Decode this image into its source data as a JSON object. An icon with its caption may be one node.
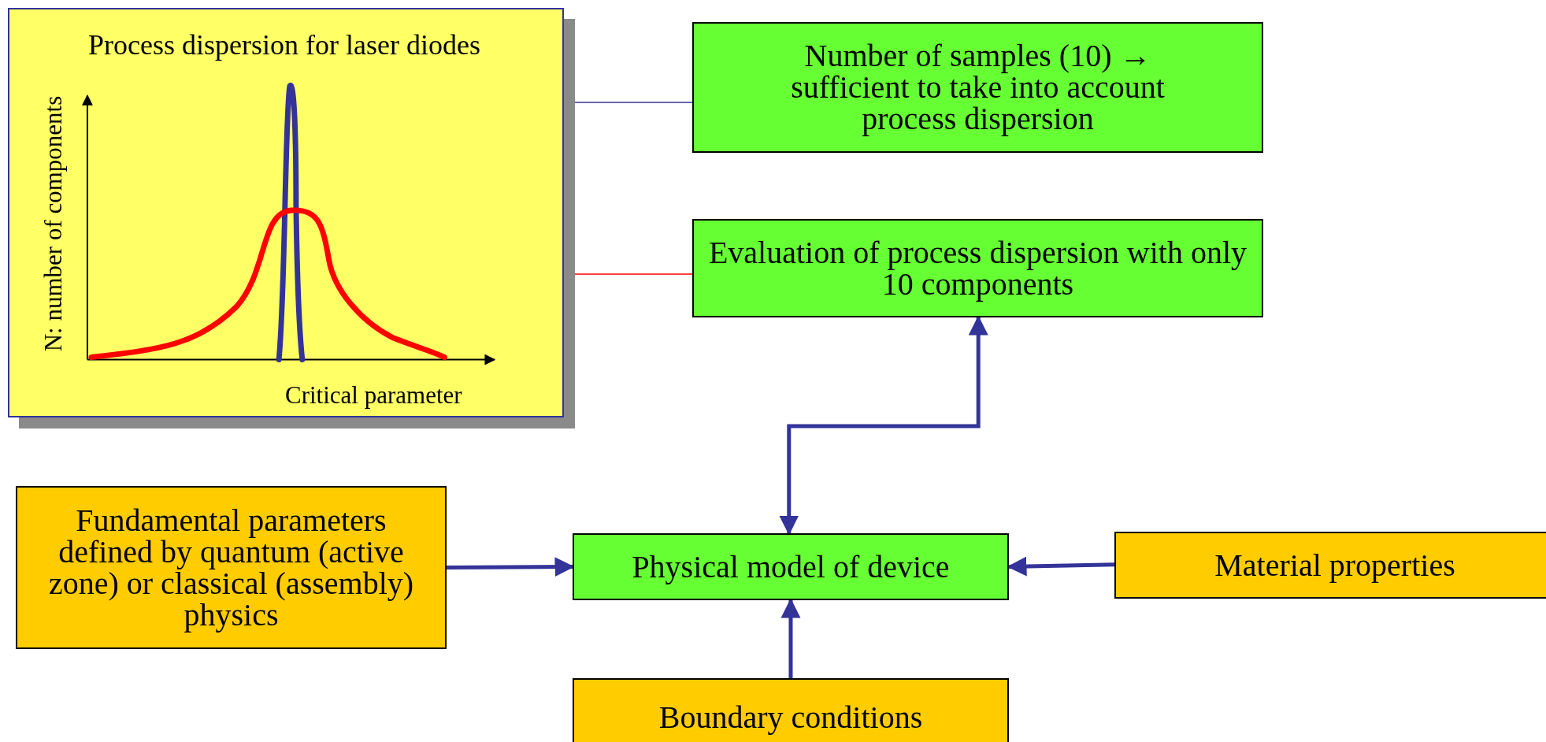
{
  "diagram": {
    "nodes": [
      {
        "text": [
          "Process dispersion for laser diodes",
          "N: number of components",
          "Critical parameter"
        ]
      },
      {
        "text": [],
        "shape": "curve",
        "in": 0
      },
      {
        "text": [],
        "shape": "curve",
        "in": 0
      },
      {
        "text": [
          "Number of samples (10) → sufficient to take into account process dispersion"
        ]
      },
      {
        "text": [
          "Evaluation of process dispersion with only 10 components"
        ]
      },
      {
        "text": [
          "Fundamental parameters defined by quantum (active zone) or classical (assembly) physics"
        ]
      },
      {
        "text": [
          "Physical model of device"
        ]
      },
      {
        "text": [
          "Material properties"
        ]
      },
      {
        "text": [
          "Boundary conditions"
        ]
      }
    ],
    "edges": [
      {
        "from": 3,
        "to": 1,
        "arrow": "none"
      },
      {
        "from": 4,
        "to": 2,
        "arrow": "none",
        "color": "#ff0000"
      },
      {
        "from": 6,
        "to": 4,
        "arrow": "both"
      },
      {
        "from": 5,
        "to": 6,
        "arrow": "to"
      },
      {
        "from": 7,
        "to": 6,
        "arrow": "to"
      },
      {
        "from": 8,
        "to": 6,
        "arrow": "to"
      }
    ]
  }
}
